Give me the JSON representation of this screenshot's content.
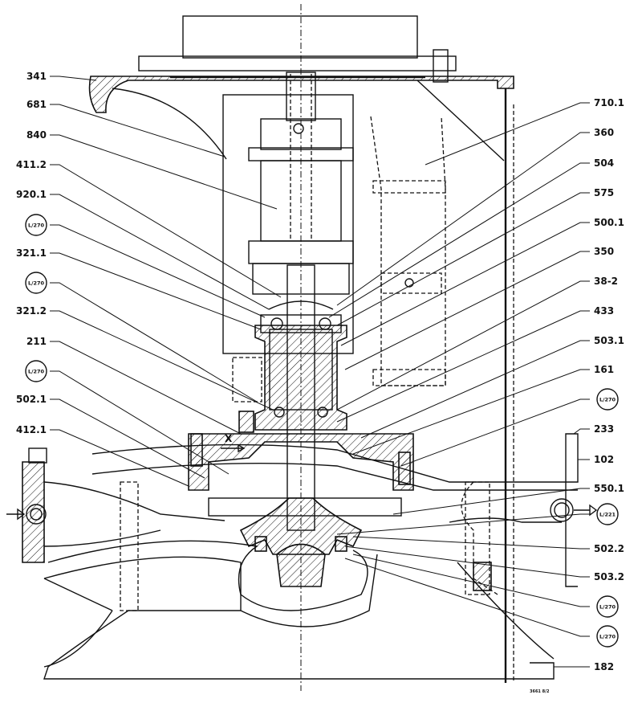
{
  "drawing_number": "3661 8/2",
  "view_marker": "X",
  "left_labels": [
    "341",
    "681",
    "840",
    "411.2",
    "920.1",
    "L/270",
    "321.1",
    "L/270",
    "321.2",
    "211",
    "L/270",
    "502.1",
    "412.1"
  ],
  "right_labels": [
    "710.1",
    "360",
    "504",
    "575",
    "500.1",
    "350",
    "38-2",
    "433",
    "503.1",
    "161",
    "L/270",
    "233",
    "102",
    "550.1",
    "L/221",
    "502.2",
    "503.2",
    "L/270",
    "L/270",
    "182"
  ]
}
